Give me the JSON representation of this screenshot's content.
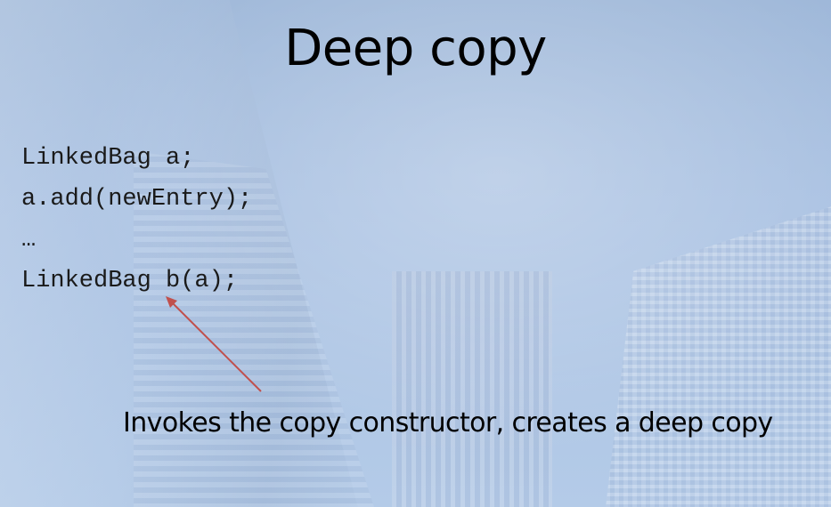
{
  "slide": {
    "title": "Deep copy",
    "code_lines": [
      "LinkedBag a;",
      "a.add(newEntry);",
      "…",
      "LinkedBag b(a);"
    ],
    "annotation": "Invokes the copy constructor, creates a deep copy",
    "colors": {
      "arrow": "#c0504d",
      "text": "#000000",
      "background": "#a9c1e2"
    }
  }
}
